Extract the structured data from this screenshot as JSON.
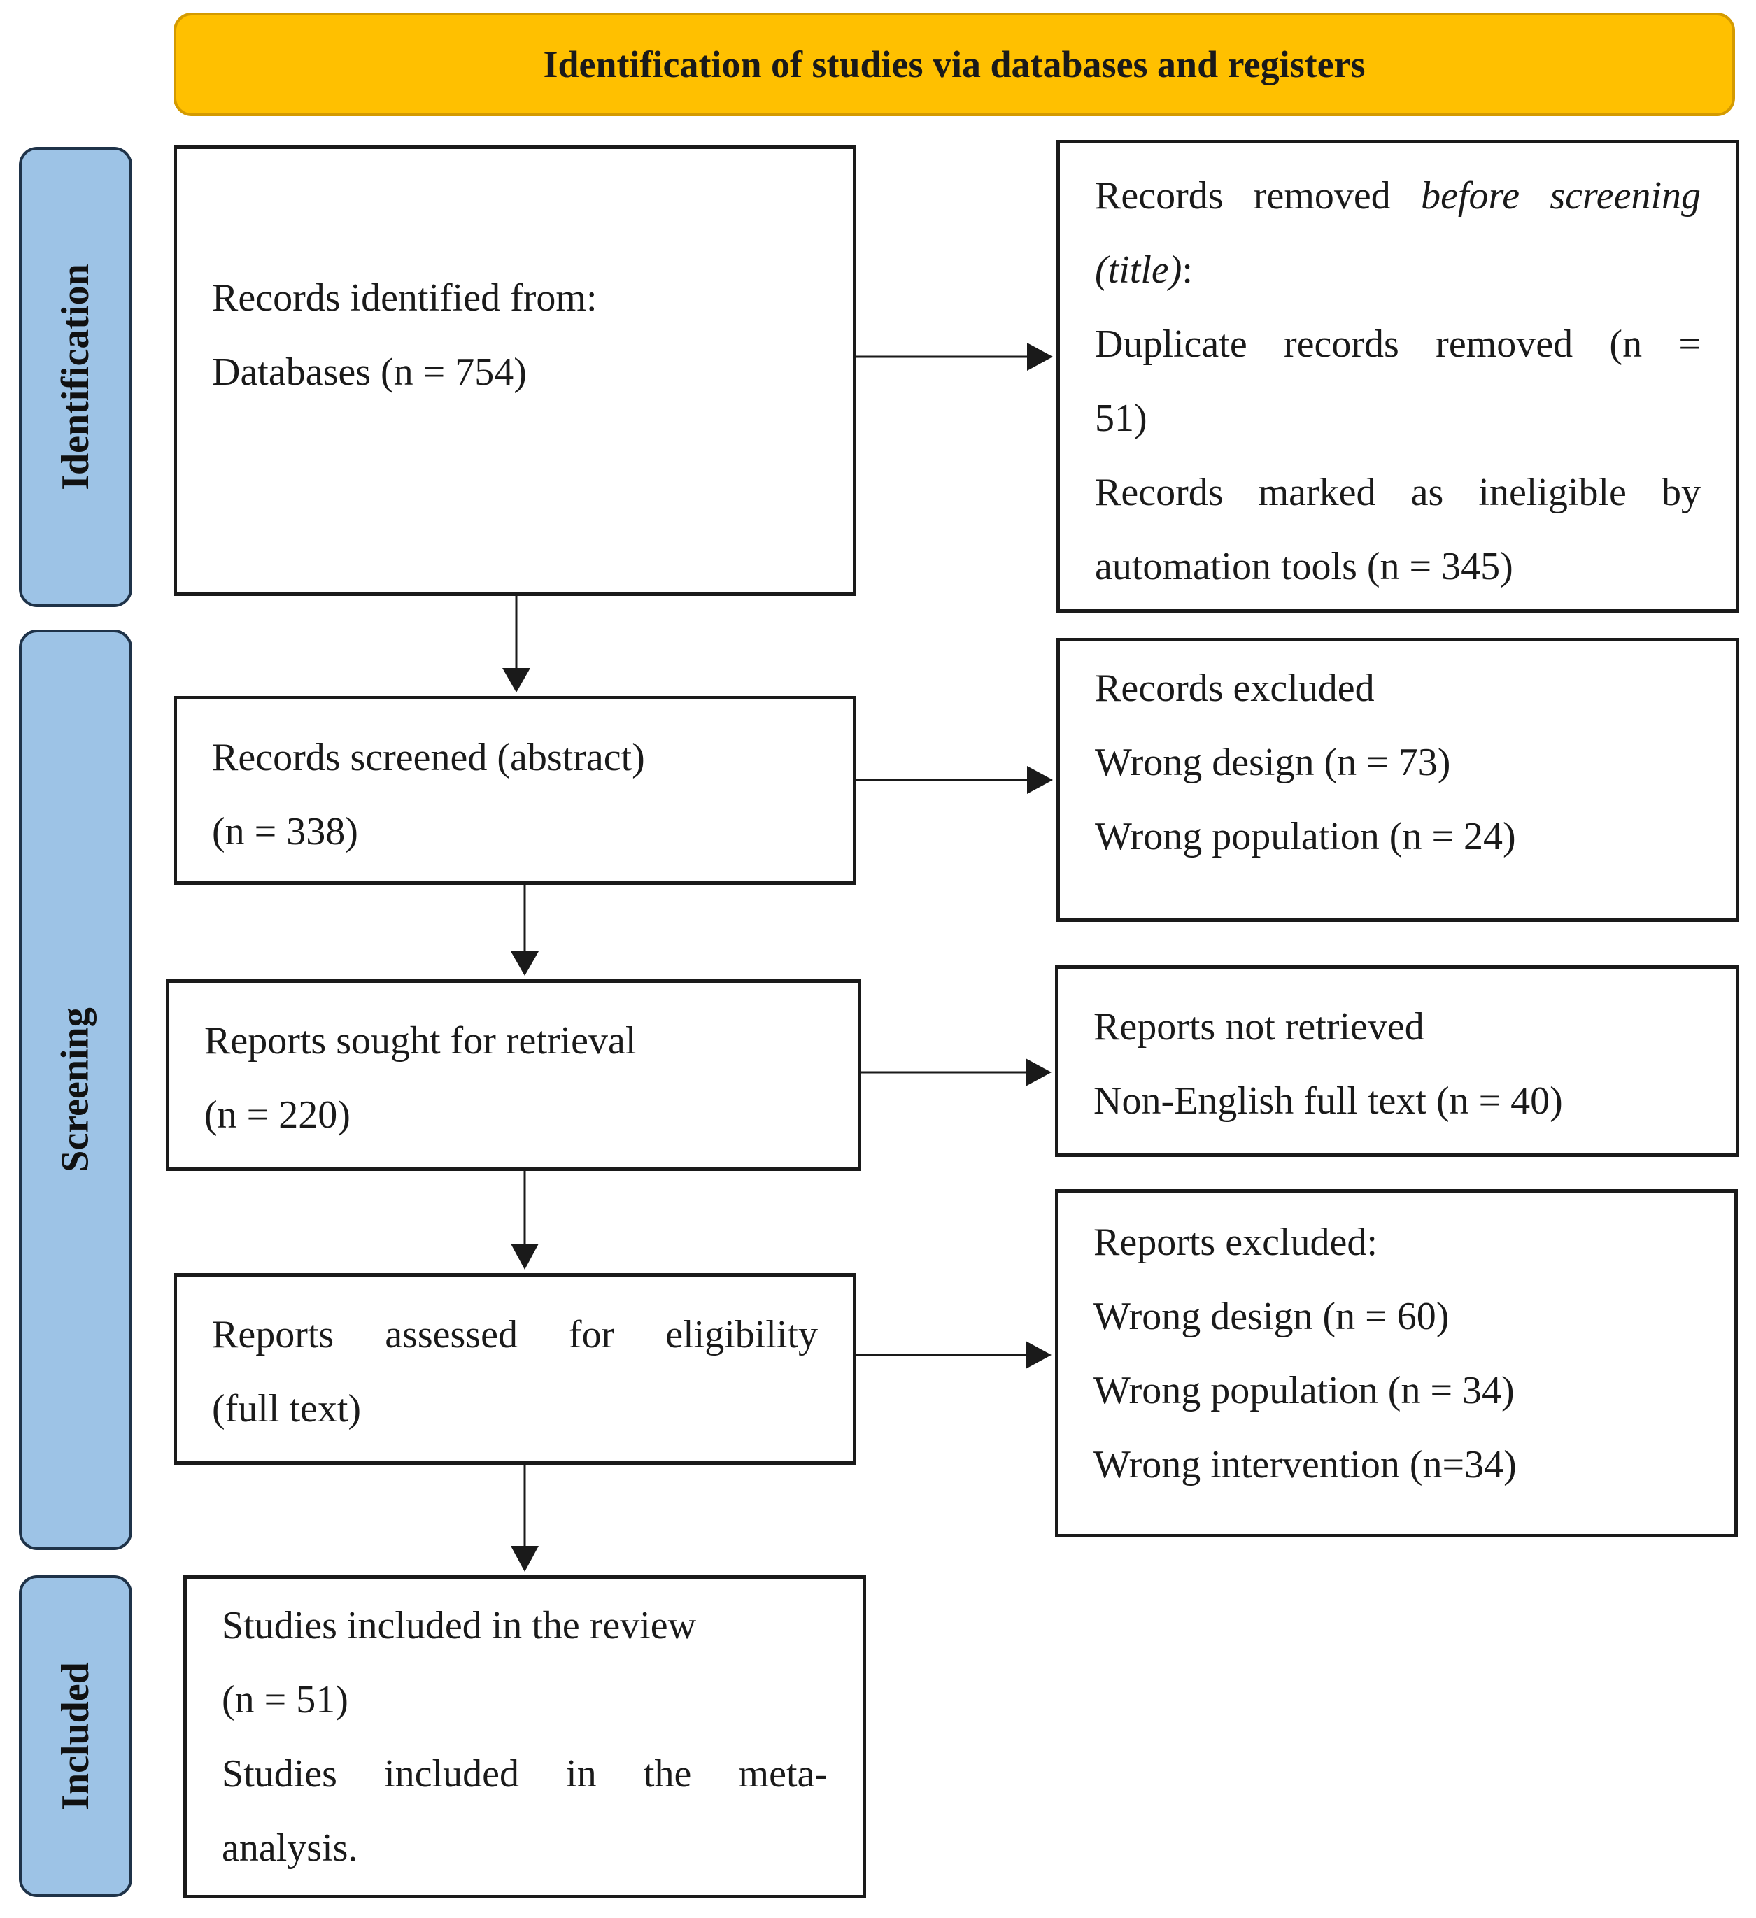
{
  "header": {
    "title": "Identification of studies via databases and registers"
  },
  "stages": {
    "identification": "Identification",
    "screening": "Screening",
    "included": "Included"
  },
  "boxes": {
    "identified": {
      "lines": [
        "Records identified from:",
        "Databases (n = 754)"
      ]
    },
    "removed": {
      "line1_a": "Records removed",
      "line1_b": "before screening",
      "line2_a": "(title)",
      "line2_b": ":",
      "line3": "Duplicate records removed (n =",
      "line4": "51)",
      "line5": "Records marked as ineligible by",
      "line6": "automation tools (n = 345)"
    },
    "screened": {
      "lines": [
        "Records screened (abstract)",
        "(n = 338)"
      ]
    },
    "excluded_records": {
      "lines": [
        "Records excluded",
        "Wrong design (n = 73)",
        "Wrong population (n = 24)"
      ]
    },
    "sought": {
      "lines": [
        "Reports sought for retrieval",
        "(n = 220)"
      ]
    },
    "not_retrieved": {
      "lines": [
        "Reports not retrieved",
        "Non-English full text (n = 40)"
      ]
    },
    "assessed": {
      "lines": [
        "Reports assessed for eligibility",
        "(full text)"
      ]
    },
    "excluded_reports": {
      "lines": [
        "Reports excluded:",
        "Wrong design (n = 60)",
        "Wrong population (n = 34)",
        "Wrong intervention (n=34)"
      ]
    },
    "included": {
      "lines": [
        "Studies included in the review",
        "(n = 51)",
        "Studies included in the meta-",
        "analysis."
      ]
    }
  },
  "colors": {
    "banner_fill": "#ffc000",
    "stage_fill": "#9dc3e6",
    "stage_border": "#1f3349",
    "box_border": "#1a1a1a"
  }
}
